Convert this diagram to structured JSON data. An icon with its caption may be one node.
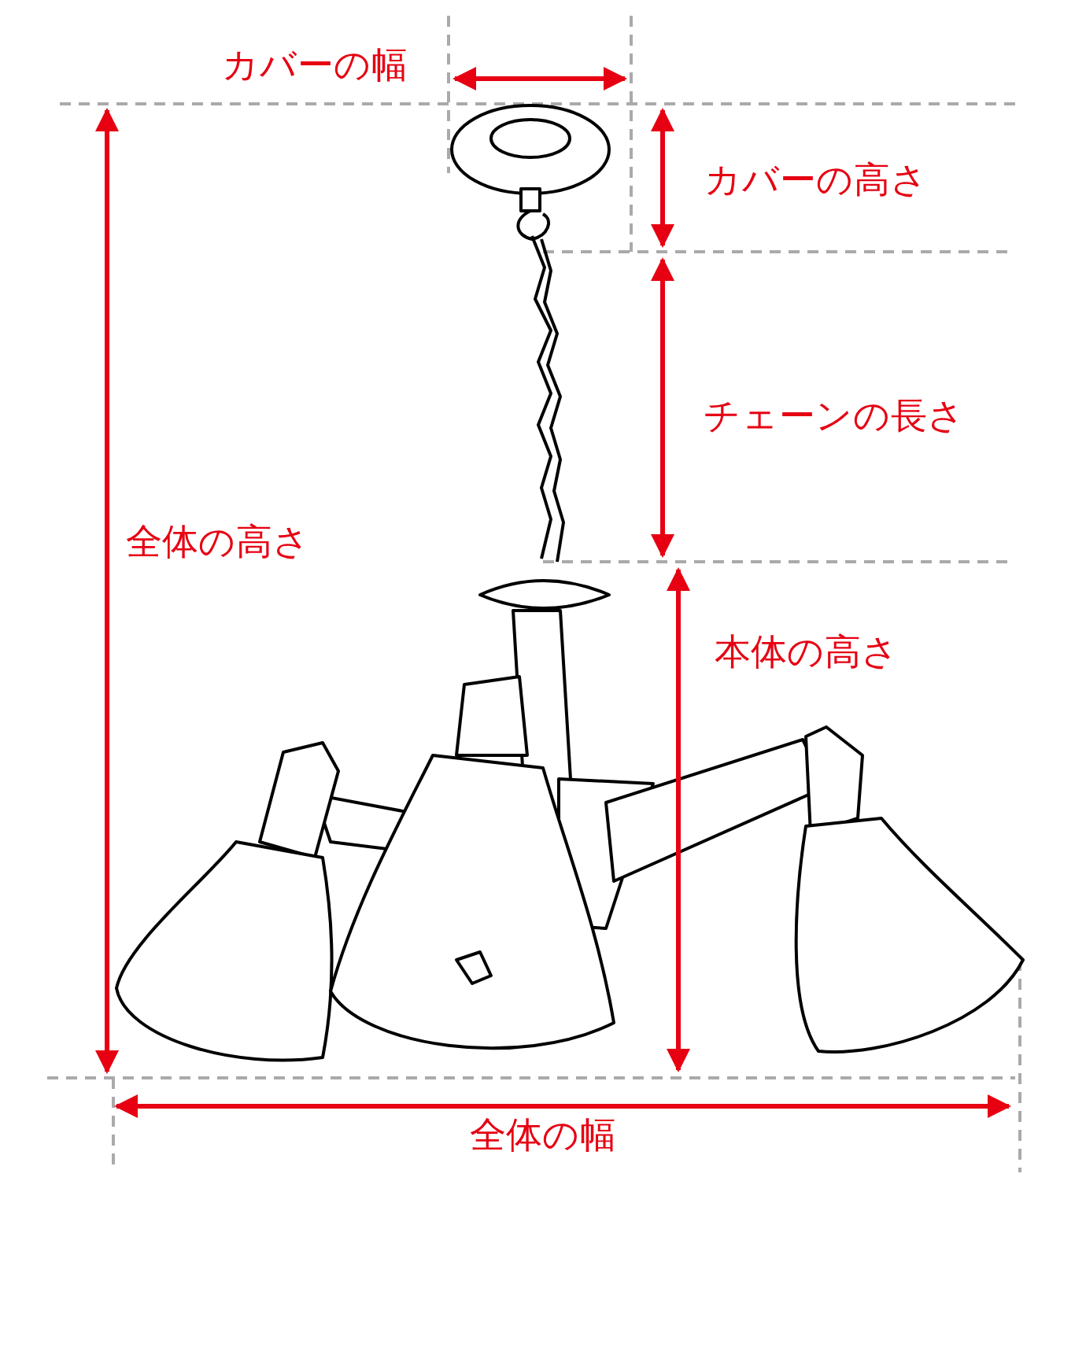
{
  "diagram": {
    "labels": [
      "カバーの幅",
      "カバーの高さ",
      "チェーンの長さ",
      "全体の高さ",
      "本体の高さ",
      "全体の幅"
    ]
  }
}
